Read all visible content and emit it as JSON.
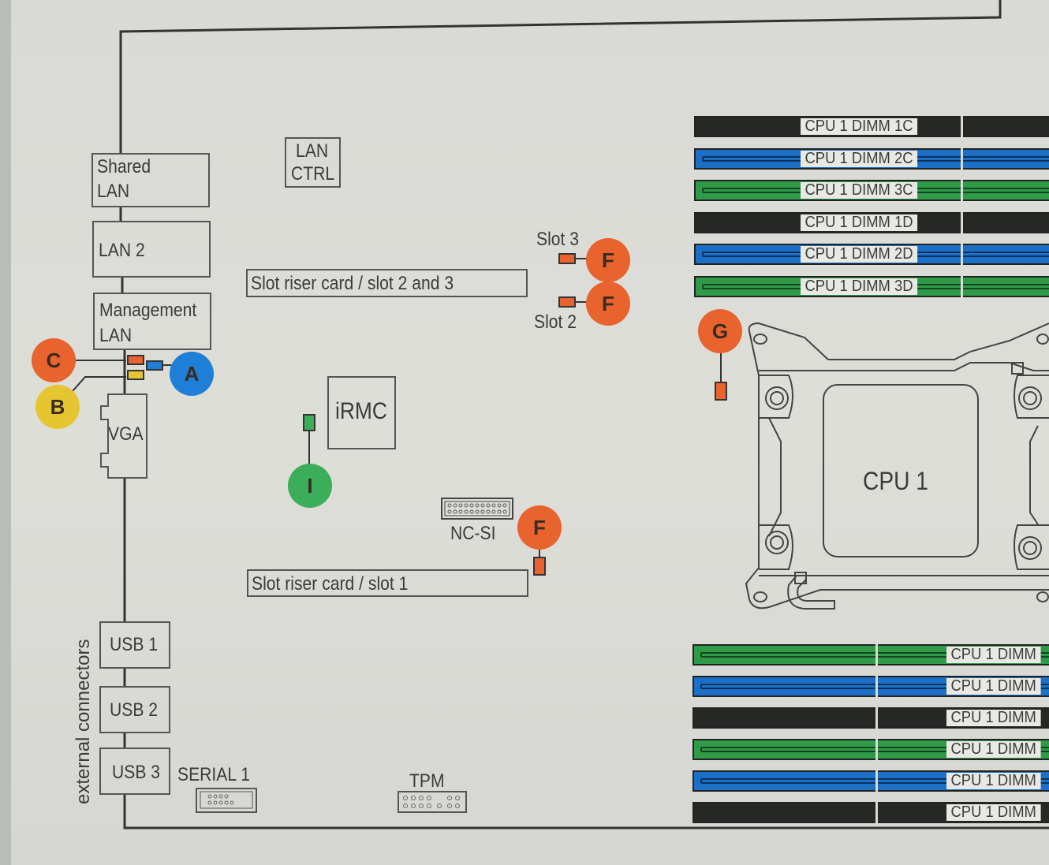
{
  "diagram": {
    "title": "System board connector layout",
    "colors": {
      "orange": "#e8632e",
      "blue": "#1f7fd6",
      "yellow": "#e6c630",
      "green": "#3cae5a",
      "dimm_black": "#262826",
      "dimm_blue": "#1c6fc7",
      "dimm_green": "#2f9a48",
      "line": "#333333"
    },
    "rear_ports": {
      "shared_lan": "Shared\nLAN",
      "shared_lan_l1": "Shared",
      "shared_lan_l2": "LAN",
      "lan2": "LAN 2",
      "mgmt_lan_l1": "Management",
      "mgmt_lan_l2": "LAN",
      "vga": "VGA",
      "usb1": "USB 1",
      "usb2": "USB 2",
      "usb3": "USB 3"
    },
    "side_label": "external connectors",
    "components": {
      "lan_ctrl_l1": "LAN",
      "lan_ctrl_l2": "CTRL",
      "irmc": "iRMC",
      "riser_23": "Slot riser card / slot 2 and 3",
      "riser_1": "Slot riser card / slot 1",
      "slot3": "Slot 3",
      "slot2": "Slot 2",
      "ncsi": "NC-SI",
      "serial1": "SERIAL 1",
      "tpm": "TPM",
      "cpu1": "CPU 1"
    },
    "badges": {
      "A": "A",
      "B": "B",
      "C": "C",
      "F_slot3": "F",
      "F_slot2": "F",
      "F_slot1": "F",
      "G": "G",
      "I": "I"
    },
    "dimms_top": [
      {
        "label": "CPU 1 DIMM 1C",
        "color": "black"
      },
      {
        "label": "CPU 1 DIMM 2C",
        "color": "blue"
      },
      {
        "label": "CPU 1 DIMM 3C",
        "color": "green"
      },
      {
        "label": "CPU 1 DIMM 1D",
        "color": "black"
      },
      {
        "label": "CPU 1 DIMM 2D",
        "color": "blue"
      },
      {
        "label": "CPU 1 DIMM 3D",
        "color": "green"
      }
    ],
    "dimms_bottom": [
      {
        "label": "CPU 1 DIMM",
        "color": "green"
      },
      {
        "label": "CPU 1 DIMM",
        "color": "blue"
      },
      {
        "label": "CPU 1 DIMM",
        "color": "black"
      },
      {
        "label": "CPU 1 DIMM",
        "color": "green"
      },
      {
        "label": "CPU 1 DIMM",
        "color": "blue"
      },
      {
        "label": "CPU 1 DIMM",
        "color": "black"
      }
    ]
  }
}
